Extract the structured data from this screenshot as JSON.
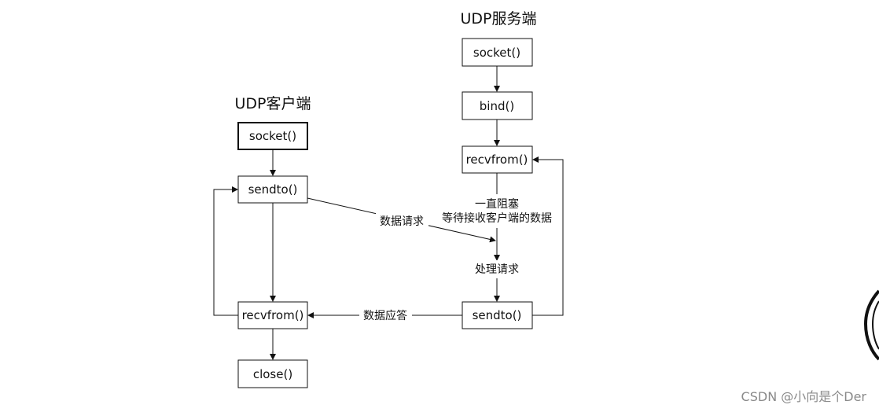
{
  "client": {
    "title": "UDP客户端",
    "nodes": {
      "socket": "socket()",
      "sendto": "sendto()",
      "recvfrom": "recvfrom()",
      "close": "close()"
    }
  },
  "server": {
    "title": "UDP服务端",
    "nodes": {
      "socket": "socket()",
      "bind": "bind()",
      "recvfrom": "recvfrom()",
      "sendto": "sendto()"
    },
    "blocking_note_line1": "一直阻塞",
    "blocking_note_line2": "等待接收客户端的数据",
    "process_label": "处理请求"
  },
  "edges": {
    "request_label": "数据请求",
    "response_label": "数据应答"
  },
  "watermark": "CSDN @小向是个Der"
}
